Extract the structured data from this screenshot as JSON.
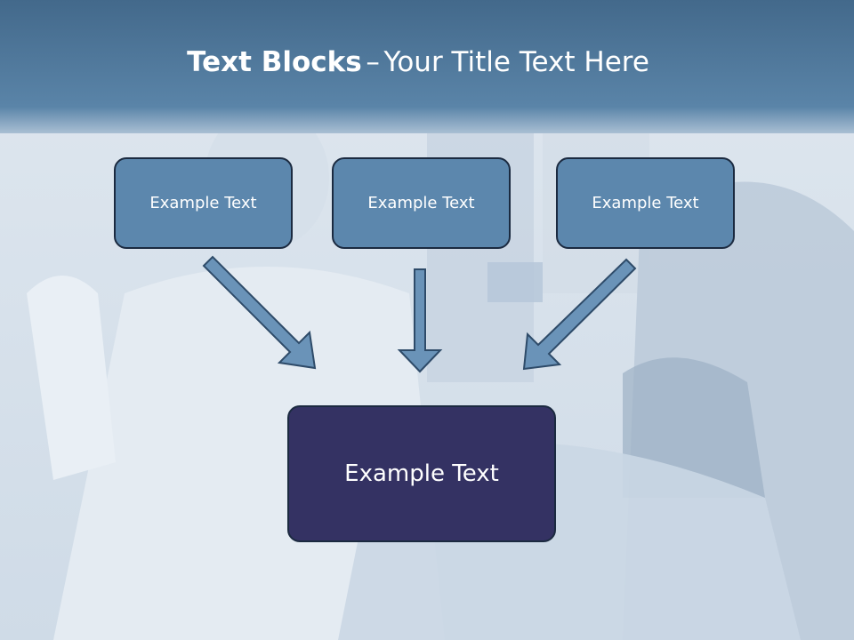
{
  "title": {
    "bold": "Text Blocks",
    "separator": "–",
    "regular": "Your Title Text Here"
  },
  "boxes": [
    {
      "label": "Example Text"
    },
    {
      "label": "Example Text"
    },
    {
      "label": "Example Text"
    }
  ],
  "target": {
    "label": "Example Text"
  },
  "colors": {
    "header_band": "#4a7396",
    "box_fill": "#5c87ad",
    "box_border": "#1b2a40",
    "target_fill": "#343263",
    "arrow_fill": "#6a93b8"
  },
  "background_icon": "operating-room-photo"
}
